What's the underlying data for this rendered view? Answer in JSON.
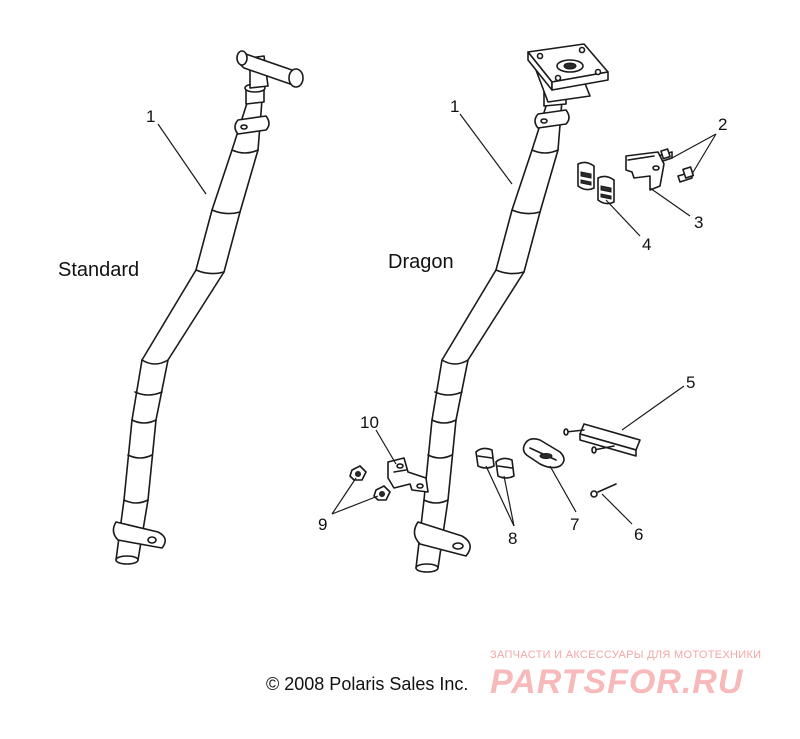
{
  "labels": {
    "standard": "Standard",
    "dragon": "Dragon"
  },
  "callouts": {
    "c1a": "1",
    "c1b": "1",
    "c2": "2",
    "c3": "3",
    "c4": "4",
    "c5": "5",
    "c6": "6",
    "c7": "7",
    "c8": "8",
    "c9": "9",
    "c10": "10"
  },
  "copyright": "© 2008 Polaris Sales Inc.",
  "watermark": {
    "tagline": "ЗАПЧАСТИ И АКСЕССУАРЫ ДЛЯ МОТОТЕХНИКИ",
    "brand": "PARTSFOR.RU",
    "color": "#f7b9b9"
  },
  "colors": {
    "line": "#1a1a1a",
    "background": "#ffffff"
  }
}
